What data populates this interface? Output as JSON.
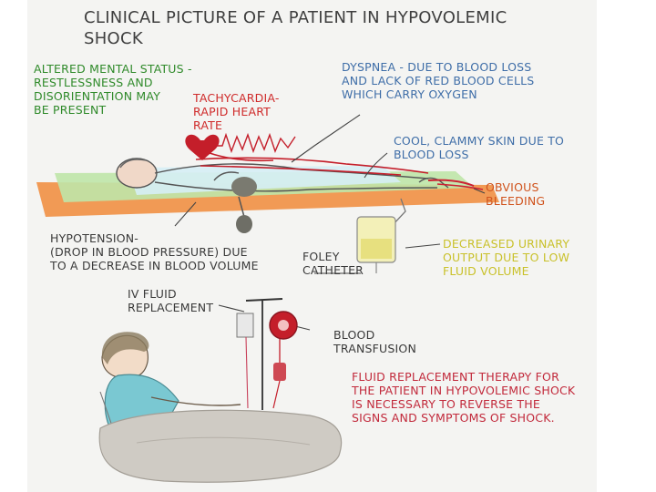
{
  "title": "CLINICAL PICTURE OF A PATIENT IN HYPOVOLEMIC\nSHOCK",
  "labels": {
    "altered_mental_status": "ALTERED MENTAL STATUS -\nRESTLESSNESS AND\nDISORIENTATION MAY\nBE PRESENT",
    "tachycardia": "TACHYCARDIA-\nRAPID HEART\nRATE",
    "dyspnea": "DYSPNEA - DUE TO BLOOD LOSS\nAND LACK OF RED BLOOD CELLS\nWHICH CARRY OXYGEN",
    "cool_skin": "COOL, CLAMMY SKIN DUE TO\nBLOOD LOSS",
    "bleeding": "OBVIOUS\nBLEEDING",
    "hypotension": "HYPOTENSION-\n(DROP IN BLOOD PRESSURE) DUE\nTO A DECREASE IN BLOOD VOLUME",
    "foley": "FOLEY\nCATHETER",
    "urinary": "DECREASED URINARY\nOUTPUT DUE TO LOW\nFLUID VOLUME",
    "iv_fluid": "IV FLUID\nREPLACEMENT",
    "blood_transfusion": "BLOOD\nTRANSFUSION",
    "therapy": "FLUID REPLACEMENT THERAPY FOR\nTHE PATIENT IN HYPOVOLEMIC SHOCK\nIS NECESSARY TO REVERSE THE\nSIGNS AND SYMPTOMS OF SHOCK."
  },
  "colors": {
    "title": "#3f3f3f",
    "green": "#2f8a2a",
    "blue": "#3f6ea8",
    "red": "#cf2b2b",
    "orange": "#d0541e",
    "yellow": "#c9c12a",
    "dark": "#3a3a3a",
    "crimson": "#c22a3c"
  }
}
